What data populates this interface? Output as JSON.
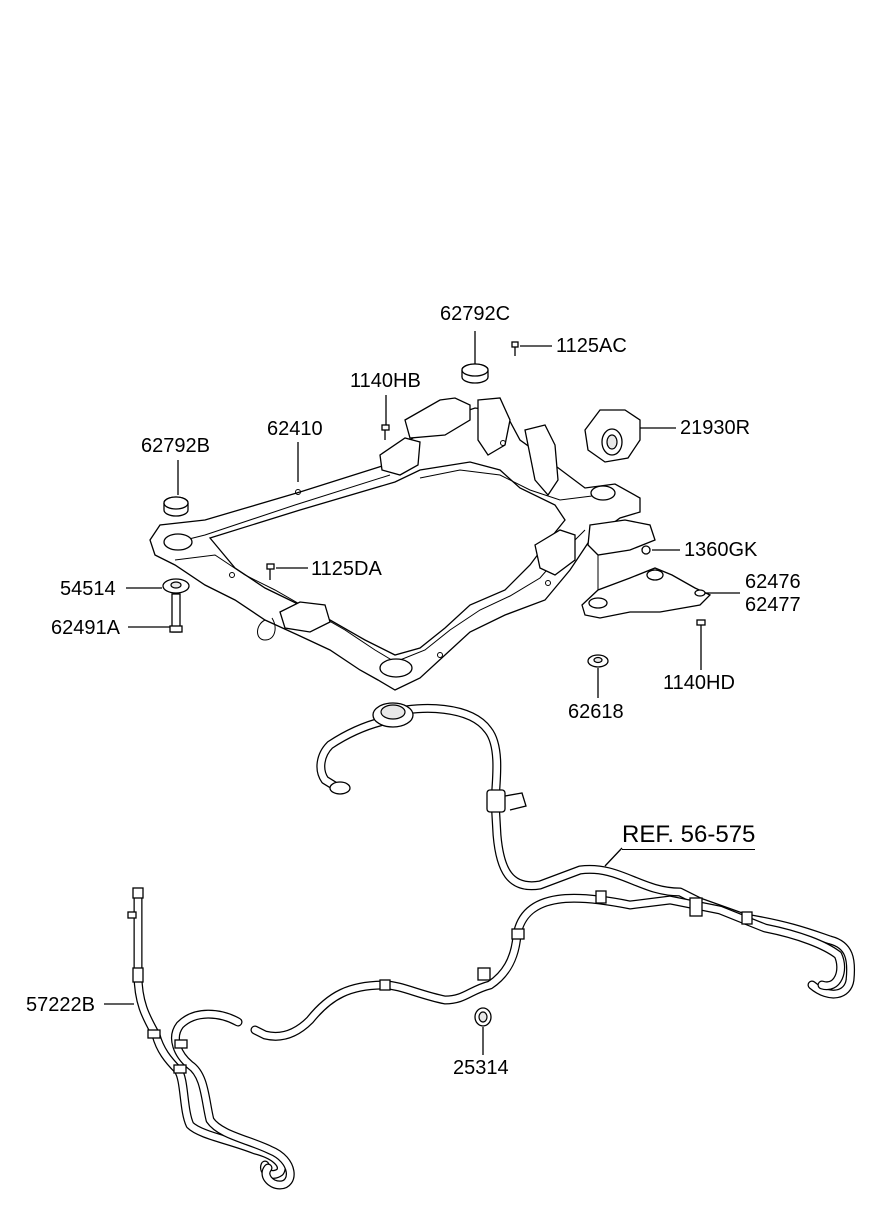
{
  "parts": {
    "p62792C": "62792C",
    "p1125AC": "1125AC",
    "p1140HB": "1140HB",
    "p62410": "62410",
    "p21930R": "21930R",
    "p62792B": "62792B",
    "p1360GK": "1360GK",
    "p1125DA": "1125DA",
    "p54514": "54514",
    "p62476": "62476",
    "p62477": "62477",
    "p62491A": "62491A",
    "p1140HD": "1140HD",
    "p62618": "62618",
    "p57222B": "57222B",
    "p25314": "25314"
  },
  "reference": "REF. 56-575"
}
